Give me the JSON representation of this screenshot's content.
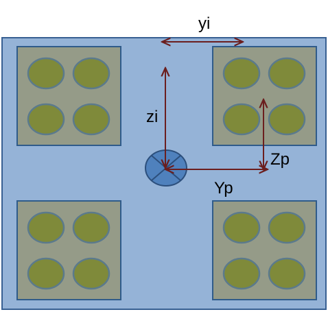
{
  "labels": {
    "yi": "yi",
    "zi": "zi",
    "zp": "Zp",
    "yp": "Yp"
  },
  "groups": [
    {
      "id": "top-left",
      "bolts": 4
    },
    {
      "id": "top-right",
      "bolts": 4
    },
    {
      "id": "bottom-left",
      "bolts": 4
    },
    {
      "id": "bottom-right",
      "bolts": 4
    }
  ],
  "colors": {
    "plate_fill": "#95b3d7",
    "plate_stroke": "#375f92",
    "block_fill": "#959b88",
    "block_stroke": "#2f5b8a",
    "bolt_fill": "#7f8a3a",
    "bolt_stroke": "#5b7a8c",
    "center_fill": "#4f81bd",
    "center_stroke": "#2c4f7c",
    "arrow": "#6b1e1e"
  }
}
